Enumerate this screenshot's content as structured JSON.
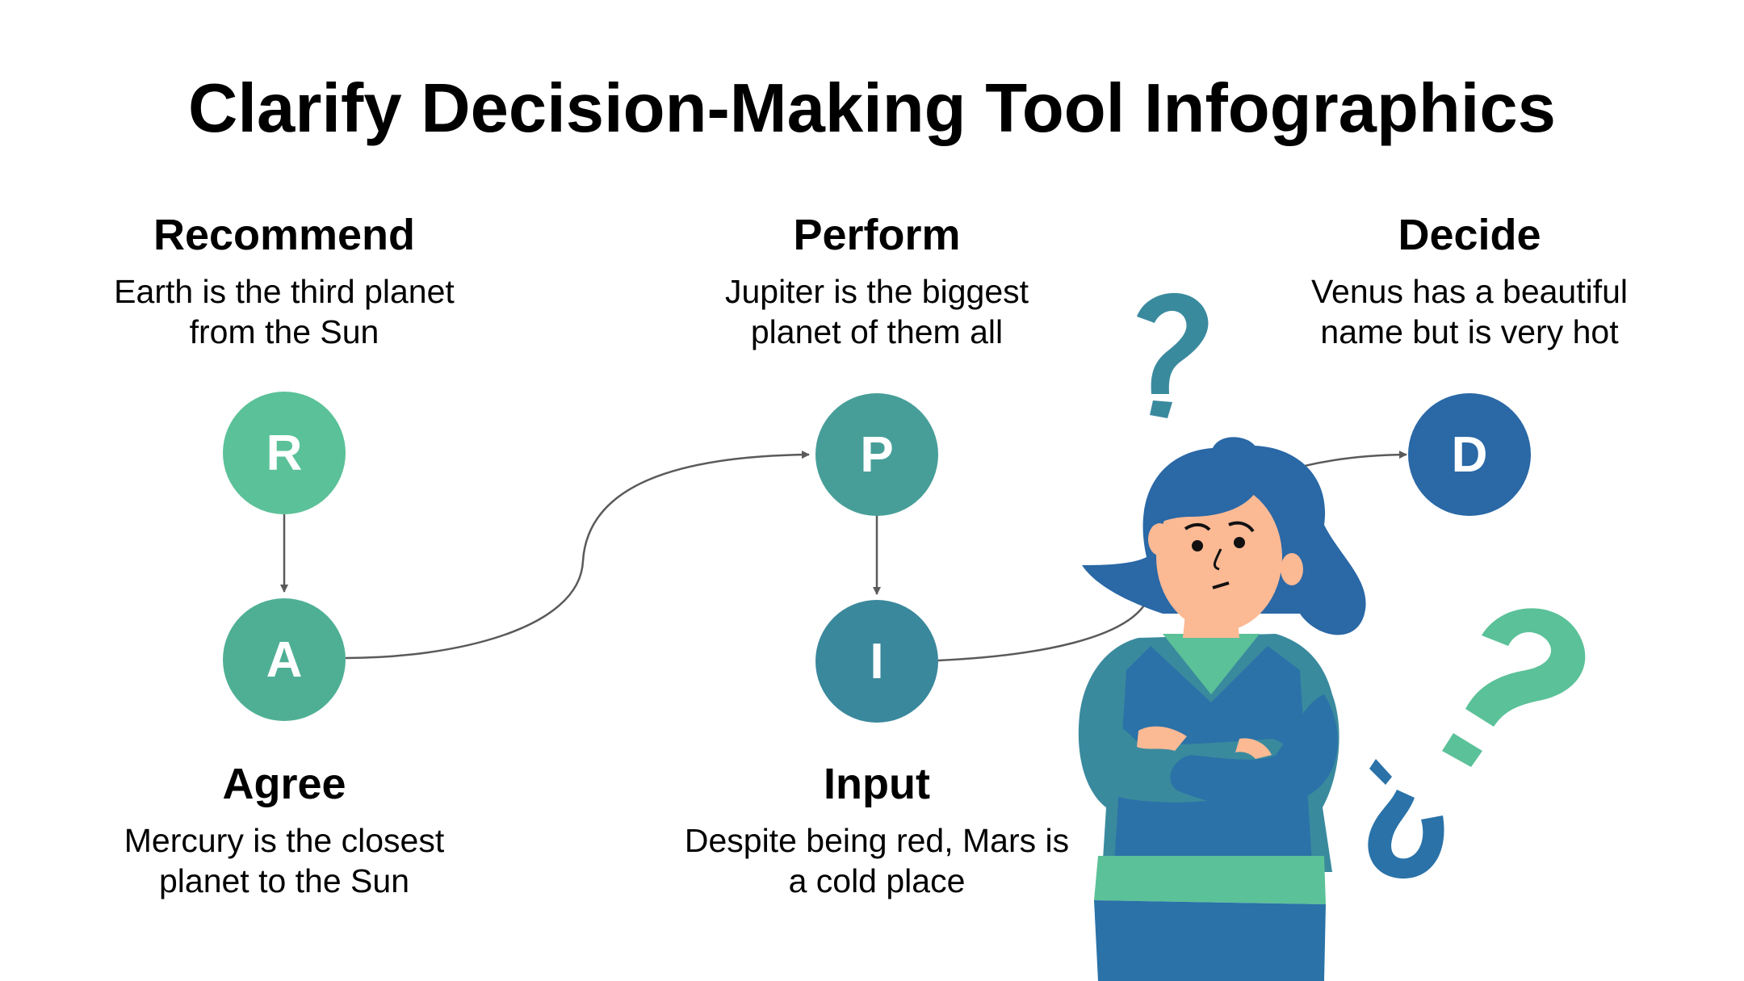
{
  "title": "Clarify Decision-Making Tool Infographics",
  "steps": [
    {
      "letter": "R",
      "heading": "Recommend",
      "desc_line1": "Earth is the third planet",
      "desc_line2": "from the Sun",
      "color": "#5bc198"
    },
    {
      "letter": "A",
      "heading": "Agree",
      "desc_line1": "Mercury is the closest",
      "desc_line2": "planet to the Sun",
      "color": "#4faf95"
    },
    {
      "letter": "P",
      "heading": "Perform",
      "desc_line1": "Jupiter is the biggest",
      "desc_line2": "planet of them all",
      "color": "#479e98"
    },
    {
      "letter": "I",
      "heading": "Input",
      "desc_line1": "Despite being red, Mars is",
      "desc_line2": "a cold place",
      "color": "#3a889c"
    },
    {
      "letter": "D",
      "heading": "Decide",
      "desc_line1": "Venus has a beautiful",
      "desc_line2": "name but is very hot",
      "color": "#2a68a6"
    }
  ],
  "colors": {
    "connector": "#5a5a5a",
    "teal": "#3a8a9e",
    "green": "#5bc198",
    "blue": "#2a72a8",
    "hair": "#2a68a6",
    "skin": "#fbb994"
  }
}
